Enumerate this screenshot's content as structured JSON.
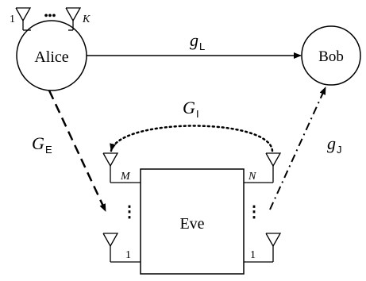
{
  "nodes": {
    "alice": "Alice",
    "bob": "Bob",
    "eve": "Eve"
  },
  "antenna_labels": {
    "alice_first": "1",
    "alice_dots": "•••",
    "alice_last": "K",
    "eve_left_top": "M",
    "eve_left_bottom": "1",
    "eve_right_top": "N",
    "eve_right_bottom": "1",
    "vertical_dots": "⋮"
  },
  "channels": {
    "legitimate": {
      "symbol": "g",
      "subscript": "L"
    },
    "eavesdrop": {
      "symbol": "G",
      "subscript": "E"
    },
    "loop": {
      "symbol": "G",
      "subscript": "I"
    },
    "jamming": {
      "symbol": "g",
      "subscript": "J"
    }
  },
  "colors": {
    "stroke": "#000000",
    "background": "#ffffff"
  }
}
